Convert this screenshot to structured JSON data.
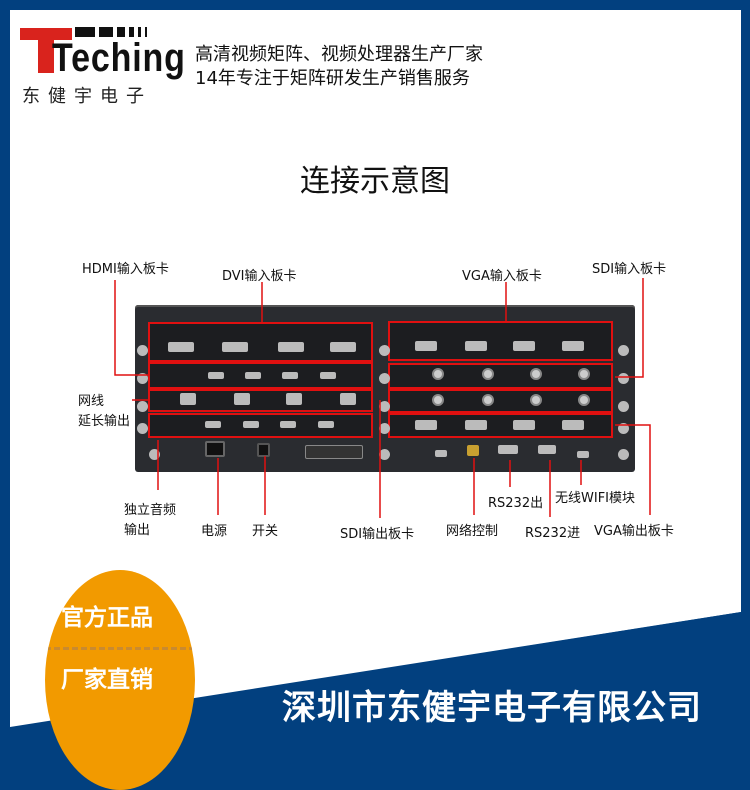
{
  "brand": {
    "name": "Teching",
    "name_cn": "东健宇电子",
    "red": "#d9231d"
  },
  "slogans": [
    "高清视频矩阵、视频处理器生产厂家",
    "14年专注于矩阵研发生产销售服务"
  ],
  "title": "连接示意图",
  "labels": {
    "hdmi_in": "HDMI输入板卡",
    "dvi_in": "DVI输入板卡",
    "vga_in": "VGA输入板卡",
    "sdi_in": "SDI输入板卡",
    "utp_1": "网线",
    "utp_2": "延长输出",
    "audio_1": "独立音频",
    "audio_2": "输出",
    "power": "电源",
    "switch": "开关",
    "sdi_out": "SDI输出板卡",
    "lan": "网络控制",
    "rs232_out": "RS232出",
    "rs232_in": "RS232进",
    "wifi": "无线WIFI模块",
    "vga_out": "VGA输出板卡"
  },
  "badges": [
    "官方正品",
    "厂家直销"
  ],
  "company": "深圳市东健宇电子有限公司",
  "colors": {
    "navy": "#02407f",
    "orange": "#f29a00",
    "highlight": "#e01010"
  }
}
